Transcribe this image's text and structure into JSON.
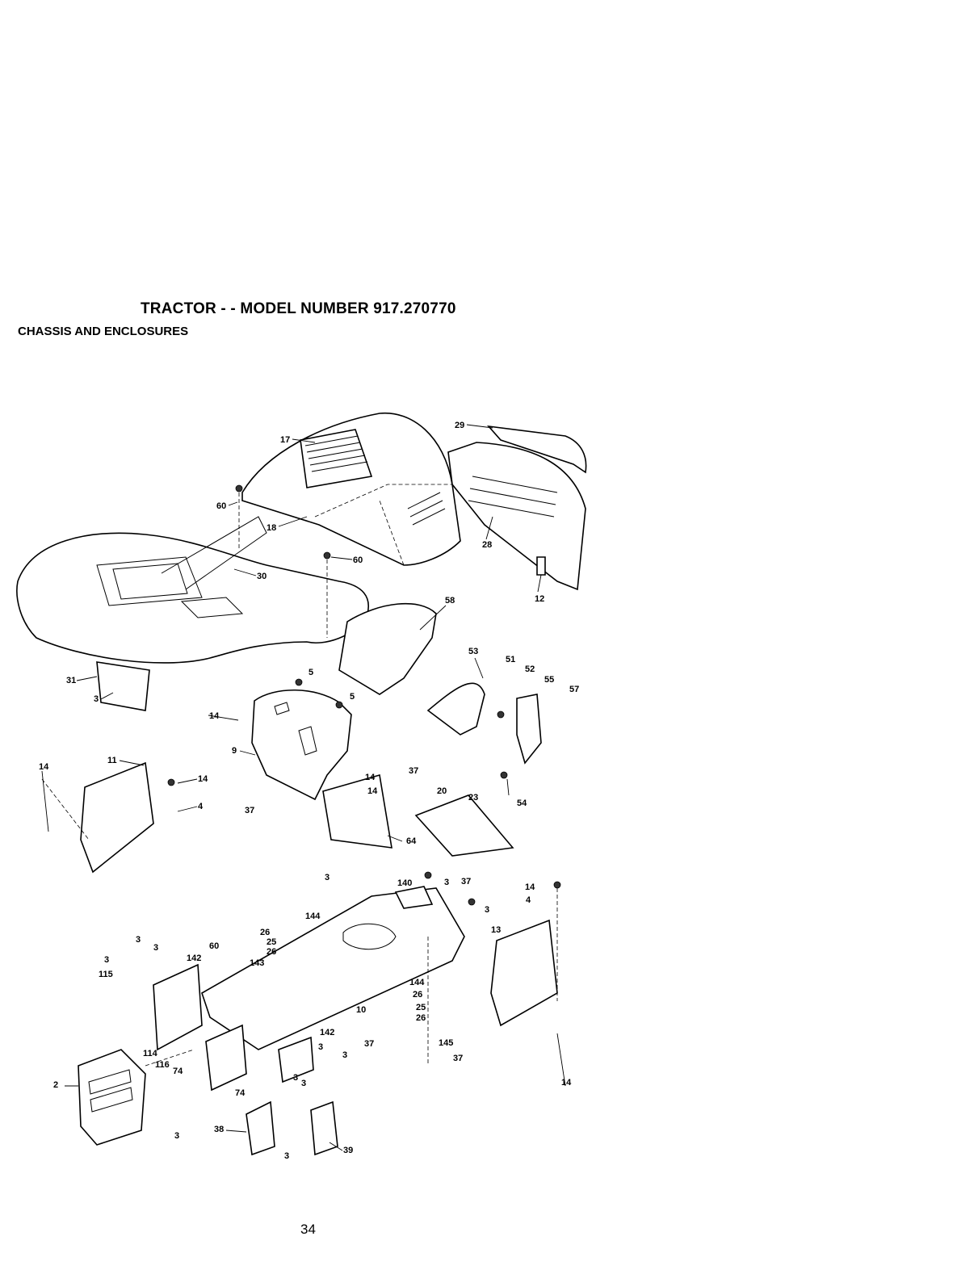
{
  "header": {
    "title": "TRACTOR - - MODEL NUMBER 917.270770",
    "subtitle": "CHASSIS AND ENCLOSURES"
  },
  "footer": {
    "page_number": "34"
  },
  "callouts": [
    "17",
    "29",
    "60",
    "18",
    "28",
    "30",
    "60",
    "12",
    "58",
    "31",
    "3",
    "53",
    "51",
    "52",
    "55",
    "57",
    "5",
    "5",
    "14",
    "9",
    "14",
    "11",
    "14",
    "4",
    "37",
    "14",
    "14",
    "37",
    "20",
    "23",
    "54",
    "64",
    "37",
    "3",
    "140",
    "3",
    "3",
    "14",
    "4",
    "144",
    "13",
    "26",
    "25",
    "26",
    "60",
    "3",
    "3",
    "142",
    "143",
    "3",
    "115",
    "144",
    "26",
    "10",
    "25",
    "26",
    "142",
    "37",
    "145",
    "114",
    "3",
    "116",
    "3",
    "37",
    "74",
    "3",
    "3",
    "14",
    "2",
    "74",
    "3",
    "38",
    "3",
    "39"
  ]
}
